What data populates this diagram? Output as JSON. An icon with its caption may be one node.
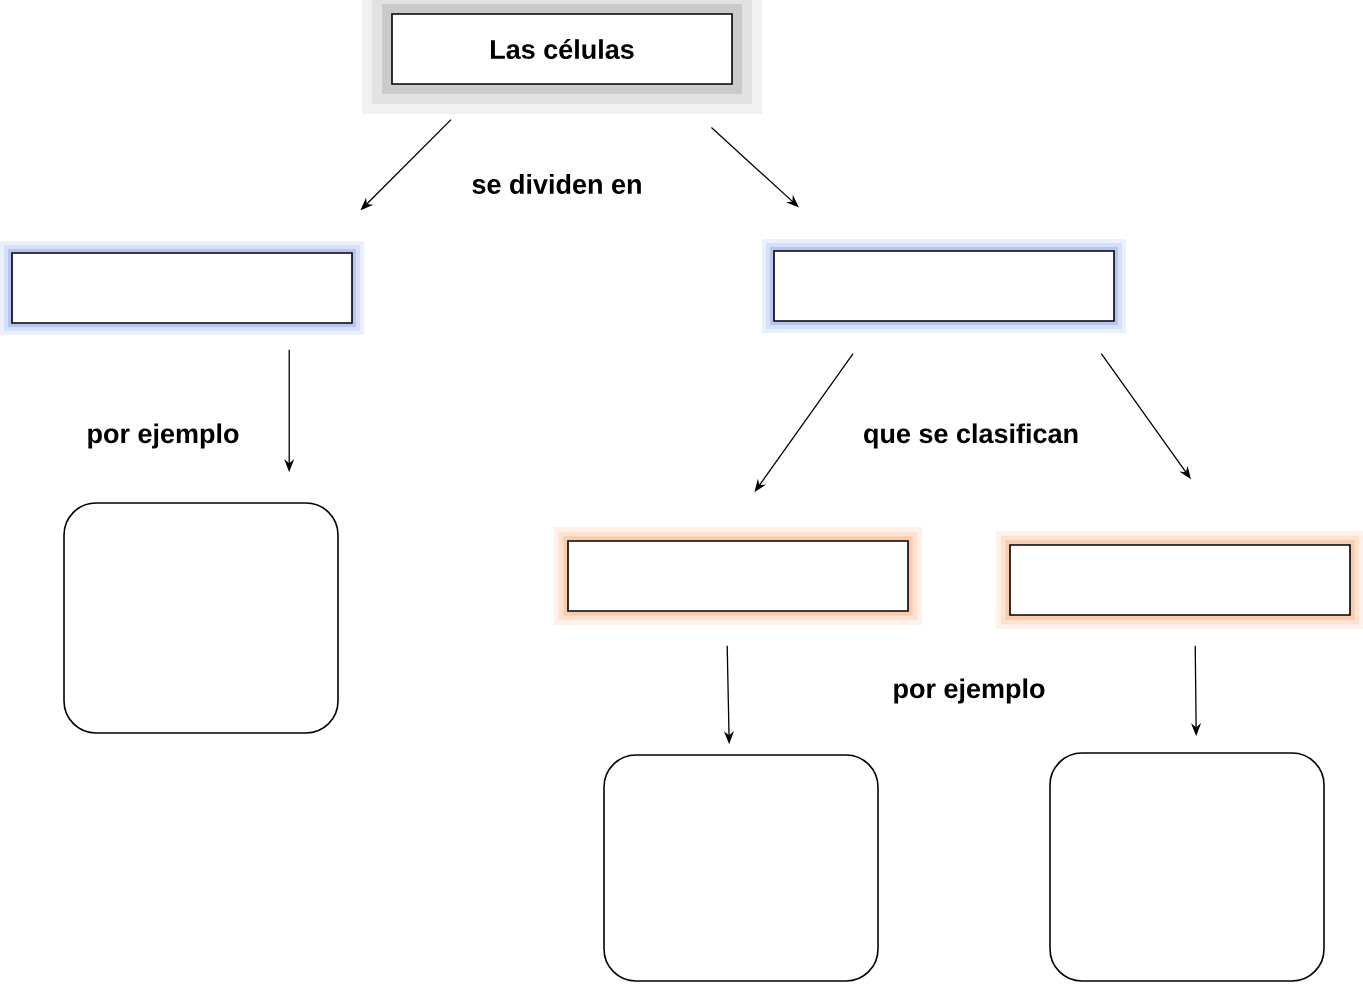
{
  "diagram": {
    "nodes": [
      {
        "text": [
          "Las células"
        ]
      },
      {
        "text": [],
        "shape": "box"
      },
      {
        "text": [],
        "shape": "box"
      },
      {
        "text": [],
        "shape": "box"
      },
      {
        "text": [],
        "shape": "box"
      },
      {
        "text": [],
        "shape": "box"
      },
      {
        "text": [],
        "shape": "box"
      },
      {
        "text": [],
        "shape": "box"
      }
    ],
    "edges": [
      {
        "from": 0,
        "to": 1,
        "arrow": "to"
      },
      {
        "from": 0,
        "to": 2,
        "arrow": "to"
      },
      {
        "from": 1,
        "to": 3,
        "arrow": "to"
      },
      {
        "from": 2,
        "to": 4,
        "arrow": "to"
      },
      {
        "from": 2,
        "to": 5,
        "arrow": "to"
      },
      {
        "from": 4,
        "to": 6,
        "arrow": "to"
      },
      {
        "from": 5,
        "to": 7,
        "arrow": "to"
      }
    ],
    "labels": [
      "se dividen en",
      "por ejemplo",
      "que se clasifican",
      "por ejemplo"
    ]
  }
}
